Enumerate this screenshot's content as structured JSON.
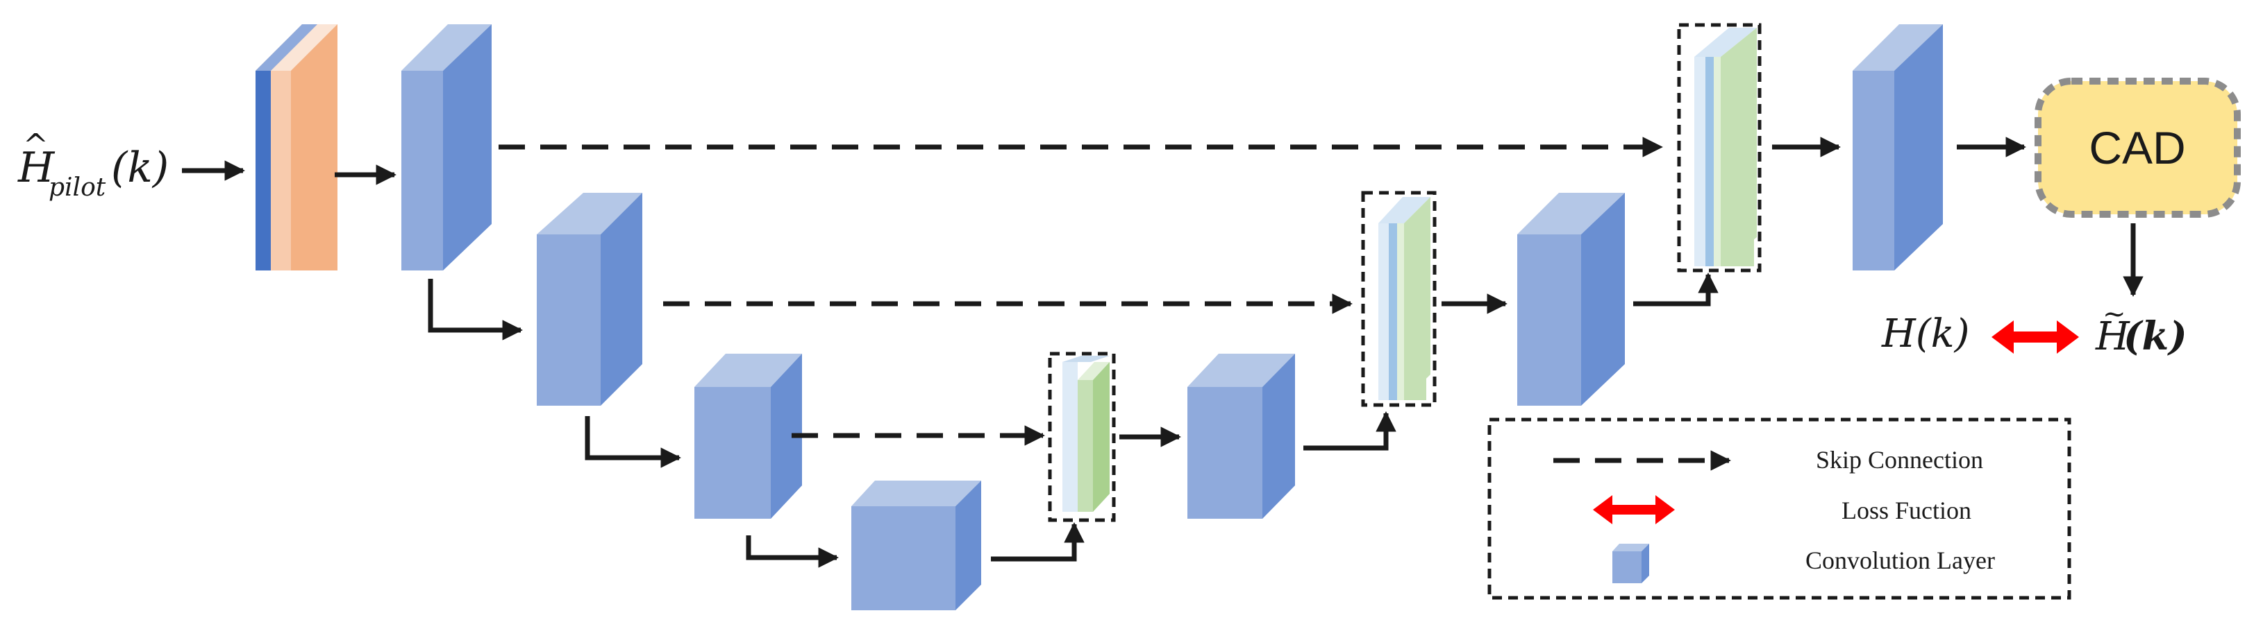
{
  "input_label": {
    "base": "H",
    "subscript": "pilot",
    "argument": "(k)"
  },
  "cad_block": {
    "label": "CAD",
    "fill_color": "#fde491",
    "border_color": "#8c8c8c"
  },
  "output_labels": {
    "true_channel": "H(k)",
    "estimated_base": "H",
    "estimated_argument": "(k)"
  },
  "legend": {
    "skip_connection": "Skip Connection",
    "loss_function": "Loss Fuction",
    "convolution_layer": "Convolution Layer"
  },
  "colors": {
    "conv_front": "#8faadc",
    "conv_side": "#6a8fd2",
    "conv_top": "#b4c7e7",
    "input_orange": "#f4b183",
    "input_light": "#f8cbad",
    "concat_green": "#c5e0b4",
    "concat_blue": "#deebf7",
    "arrow": "#1a1a1a",
    "loss_arrow": "#ff0000"
  }
}
